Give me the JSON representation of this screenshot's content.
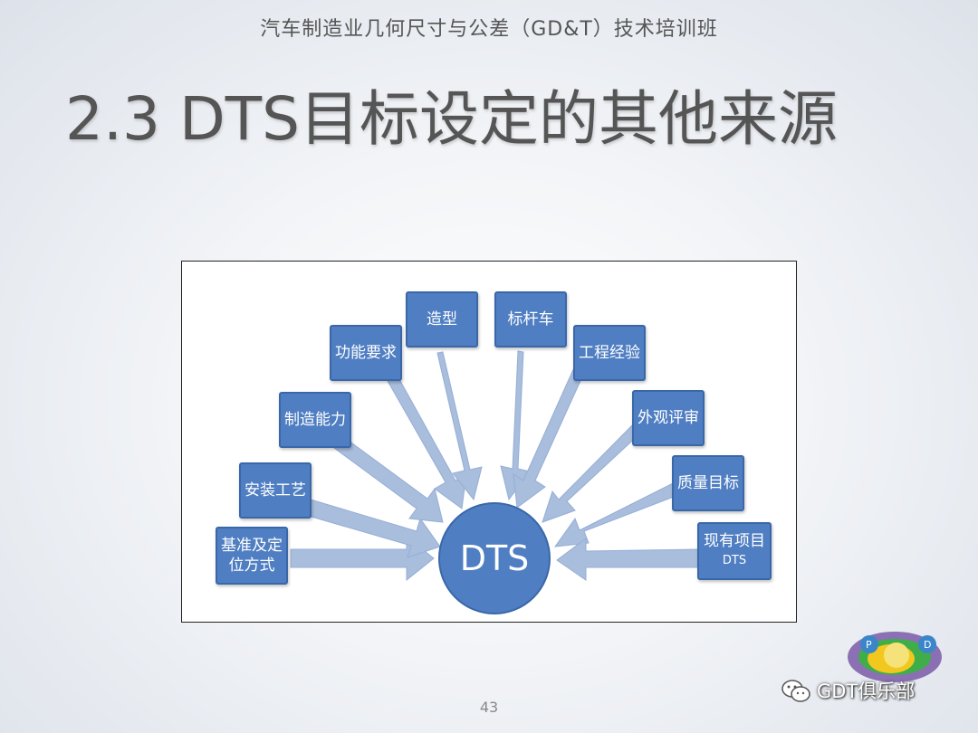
{
  "header": {
    "course_title": "汽车制造业几何尺寸与公差（GD&T）技术培训班",
    "slide_title": "2.3 DTS目标设定的其他来源"
  },
  "diagram": {
    "center_label": "DTS",
    "sources": [
      {
        "id": "datum",
        "lines": [
          "基准及定",
          "位方式"
        ]
      },
      {
        "id": "assembly",
        "lines": [
          "安装工艺"
        ]
      },
      {
        "id": "manufacturing",
        "lines": [
          "制造能力"
        ]
      },
      {
        "id": "function",
        "lines": [
          "功能要求"
        ]
      },
      {
        "id": "styling",
        "lines": [
          "造型"
        ]
      },
      {
        "id": "benchmark",
        "lines": [
          "标杆车"
        ]
      },
      {
        "id": "engineering",
        "lines": [
          "工程经验"
        ]
      },
      {
        "id": "appearance",
        "lines": [
          "外观评审"
        ]
      },
      {
        "id": "quality",
        "lines": [
          "质量目标"
        ]
      },
      {
        "id": "existing",
        "lines": [
          "现有项目",
          "DTS"
        ]
      }
    ],
    "colors": {
      "box": "#4f7ec2",
      "arrow": "#a9bddd"
    }
  },
  "footer": {
    "page_number": "43",
    "brand_text": "GDT俱乐部",
    "logo_letters": [
      "P",
      "D"
    ]
  }
}
